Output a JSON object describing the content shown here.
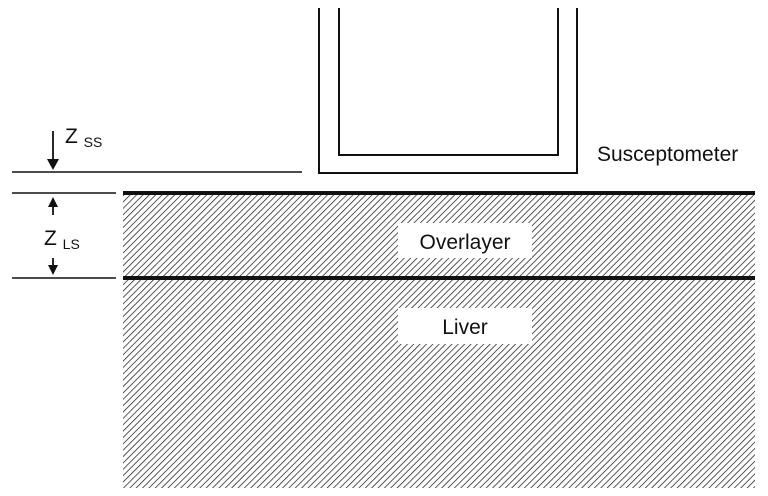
{
  "labels": {
    "z_ss_main": "Z",
    "z_ss_sub": "SS",
    "z_ls_main": "Z",
    "z_ls_sub": "LS",
    "susceptometer": "Susceptometer",
    "overlayer": "Overlayer",
    "liver": "Liver"
  },
  "colors": {
    "line": "#111111",
    "hatch": "#111111",
    "background": "#ffffff",
    "label_box": "#ffffff"
  }
}
